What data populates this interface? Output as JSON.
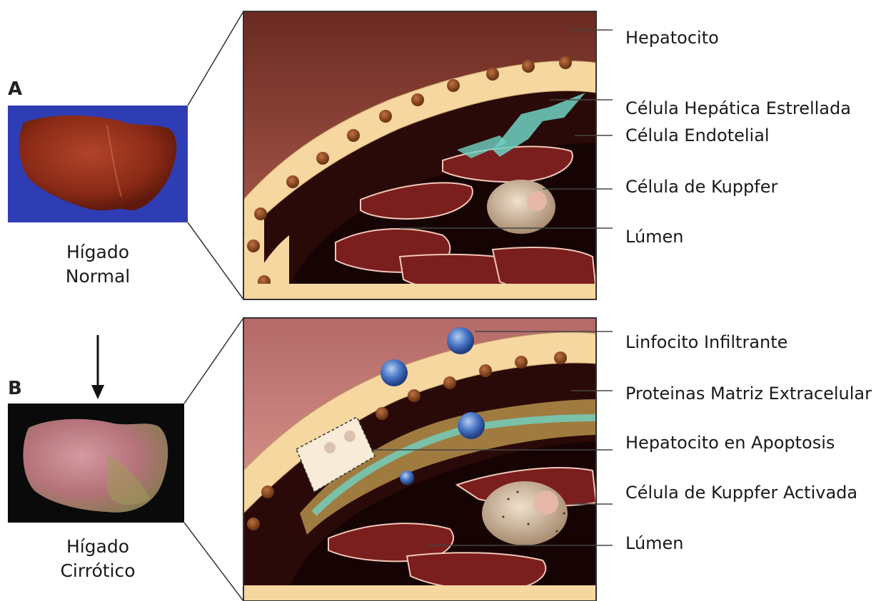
{
  "panels": [
    {
      "letter": "A",
      "caption_line1": "Hígado",
      "caption_line2": "Normal",
      "labels": [
        "Hepatocito",
        "Célula Hepática Estrellada",
        "Célula Endotelial",
        "Célula de Kuppfer",
        "Lúmen"
      ]
    },
    {
      "letter": "B",
      "caption_line1": "Hígado",
      "caption_line2": "Cirrótico",
      "labels": [
        "Linfocito Infiltrante",
        "Proteinas Matriz Extracelular",
        "Hepatocito en Apoptosis",
        "Célula de Kuppfer Activada",
        "Lúmen"
      ]
    }
  ],
  "colors": {
    "photo_bg_a": "#2f3db5",
    "photo_bg_b": "#0a0a0a",
    "liver_normal": "#8a2a16",
    "liver_cirrhotic": "#b5727a",
    "tissue": "#8c4a3a",
    "hepatocyte": "#f6d7a0",
    "nucleus": "#8b4a22",
    "endothelial": "#7a1e1e",
    "stellate": "#6fd3c4",
    "kupffer": "#d8c2a8",
    "lymphocyte": "#4a78c8"
  }
}
